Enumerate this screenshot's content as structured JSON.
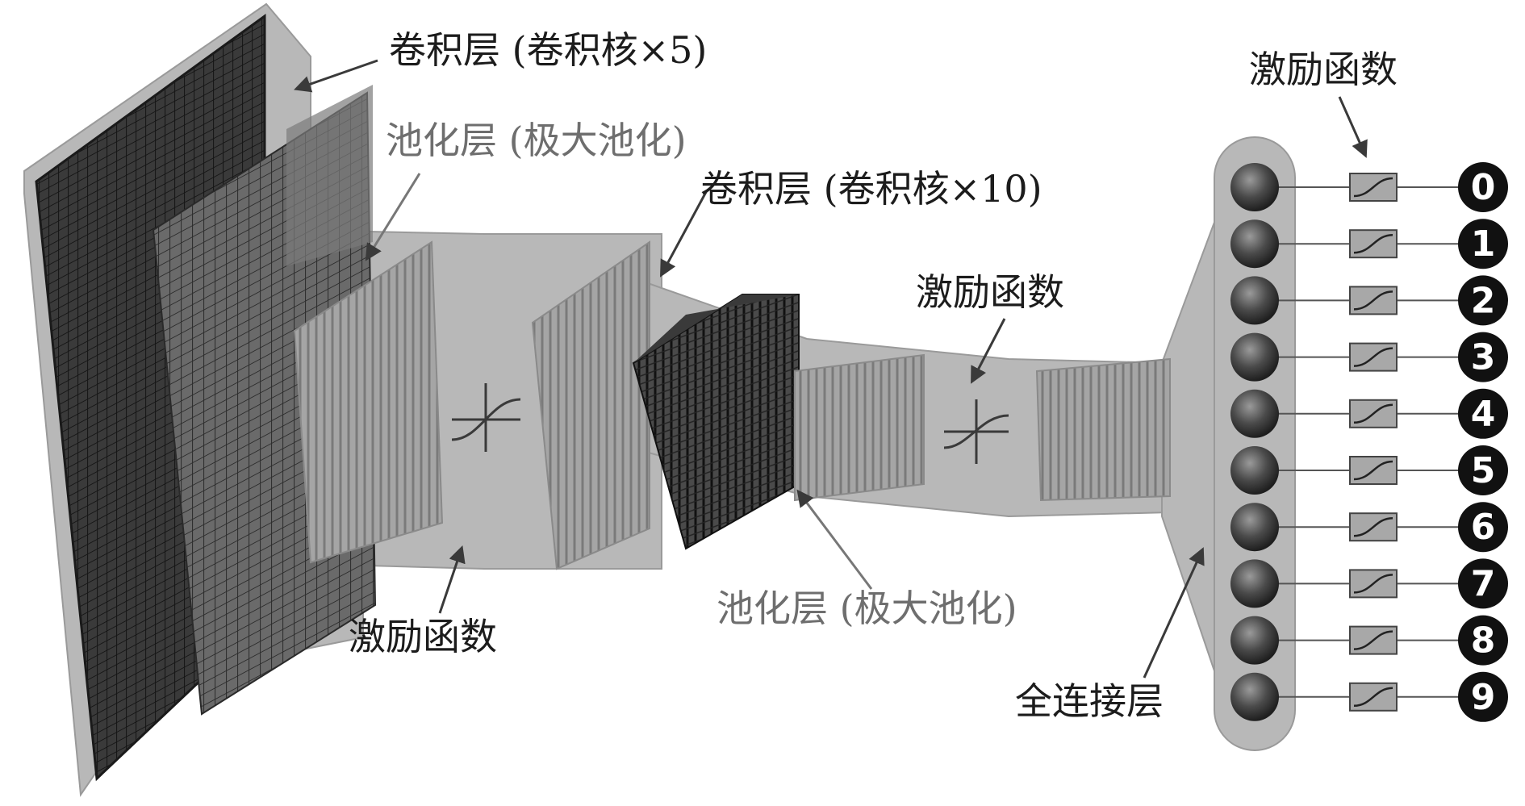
{
  "labels": {
    "conv1": "卷积层 (卷积核×5)",
    "pool1": "池化层 (极大池化)",
    "act1": "激励函数",
    "conv2": "卷积层 (卷积核×10)",
    "act2": "激励函数",
    "pool2": "池化层 (极大池化)",
    "act3": "激励函数",
    "fc": "全连接层"
  },
  "outputs": [
    "0",
    "1",
    "2",
    "3",
    "4",
    "5",
    "6",
    "7",
    "8",
    "9"
  ],
  "colors": {
    "band": "#b5b5b5",
    "band_edge": "#9c9c9c",
    "dark_grid": "#2e2e2e",
    "mid_grid": "#8a8a8a",
    "arrow": "#3a3a3a",
    "node": "#3c3c3c",
    "digit_bg": "#111111"
  }
}
